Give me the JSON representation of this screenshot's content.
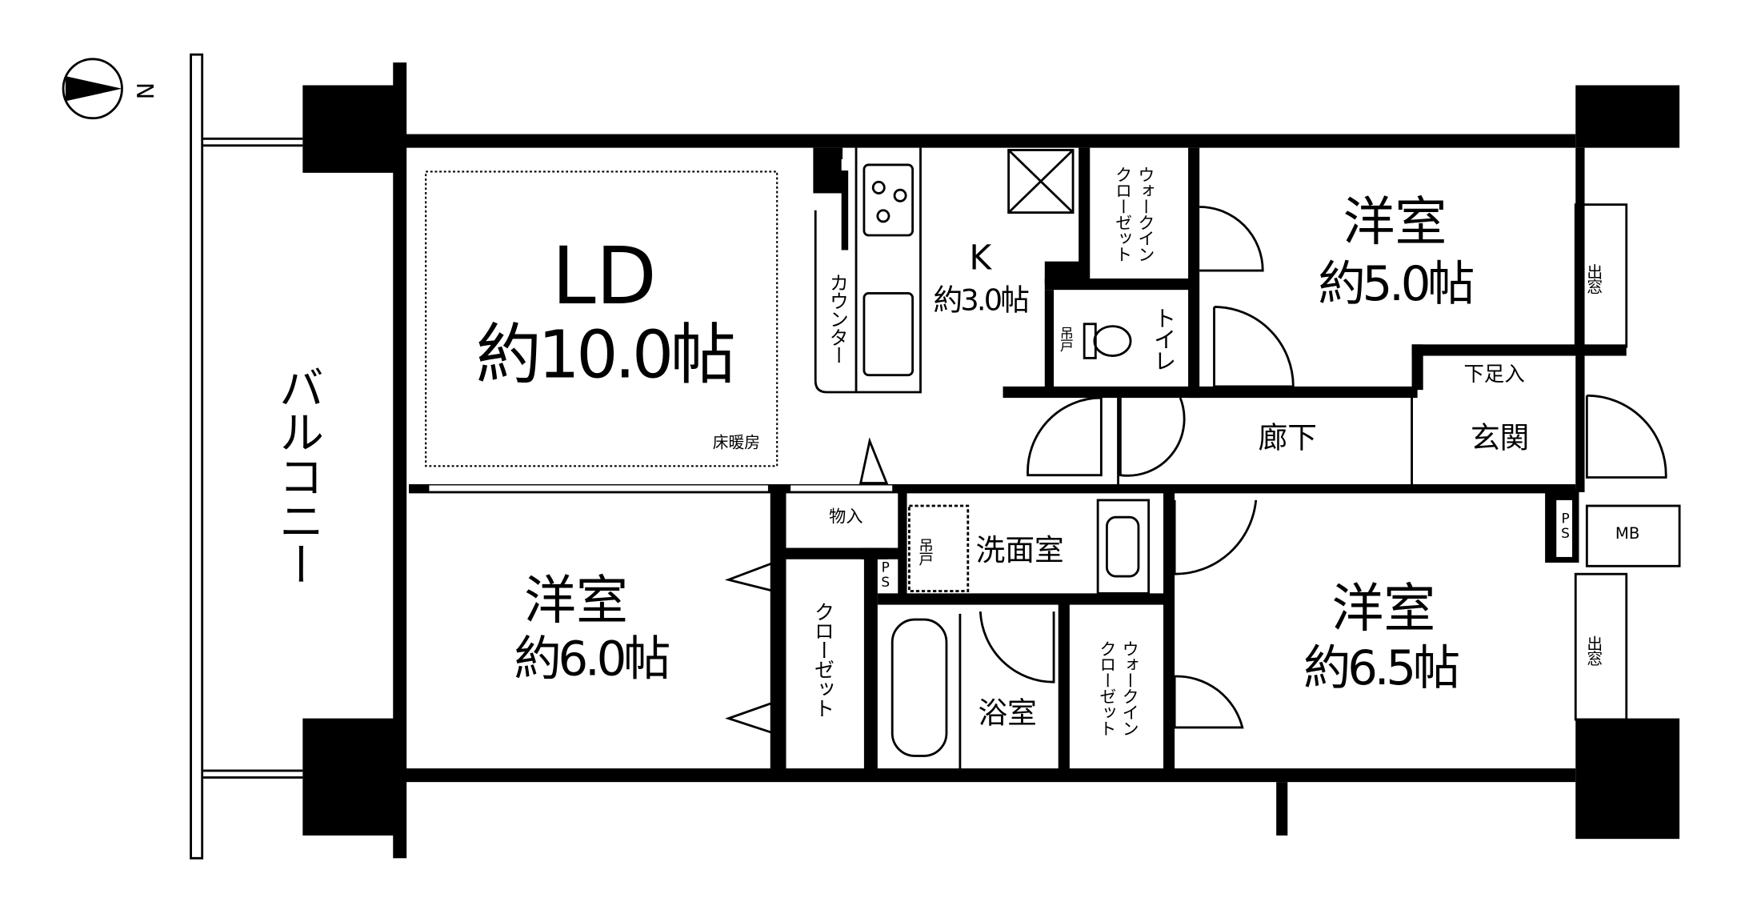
{
  "compass": {
    "label": "N",
    "icon": "north-arrow-icon"
  },
  "balcony": {
    "label": "バルコニー"
  },
  "rooms": {
    "ld": {
      "name": "LD",
      "size": "約10.0帖",
      "note": "床暖房"
    },
    "kitchen": {
      "name": "K",
      "size": "約3.0帖",
      "counter": "カウンター"
    },
    "western_north": {
      "name": "洋室",
      "size": "約5.0帖"
    },
    "western_west": {
      "name": "洋室",
      "size": "約6.0帖"
    },
    "western_south": {
      "name": "洋室",
      "size": "約6.5帖"
    },
    "hallway": {
      "name": "廊下"
    },
    "entrance": {
      "name": "玄関"
    },
    "shoe_storage": {
      "name": "下足入"
    },
    "toilet": {
      "name": "トイレ"
    },
    "washroom": {
      "name": "洗面室"
    },
    "bathroom": {
      "name": "浴室"
    },
    "storage": {
      "name": "物入"
    },
    "closet": {
      "name": "クローゼット"
    },
    "walk_in_closet_1": {
      "line1": "ウォークイン",
      "line2": "クローゼット"
    },
    "walk_in_closet_2": {
      "line1": "ウォークイン",
      "line2": "クローゼット"
    },
    "bay_window_1": {
      "name": "出窓"
    },
    "bay_window_2": {
      "name": "出窓"
    },
    "meter_box": {
      "name": "MB"
    },
    "pipe_space": {
      "name": "PS"
    },
    "hanging_cabinet": {
      "name": "吊戸"
    }
  }
}
